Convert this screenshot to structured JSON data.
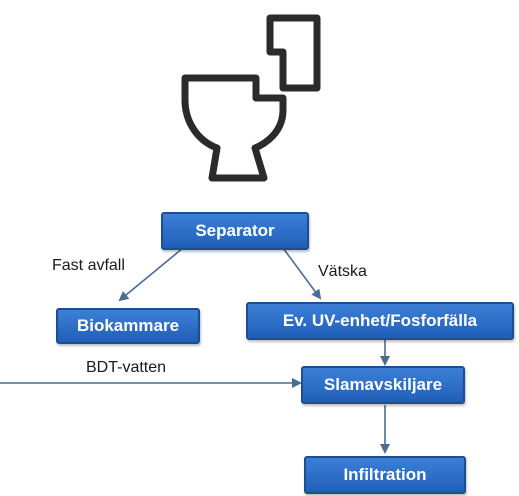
{
  "icon": "toilet-icon",
  "colors": {
    "box_fill": "#2a6ec7",
    "box_border": "#1c4f8f",
    "arrow": "#4a6c96"
  },
  "nodes": {
    "separator": "Separator",
    "biokammare": "Biokammare",
    "uv_enhet": "Ev. UV-enhet/Fosforfälla",
    "slamavskiljare": "Slamavskiljare",
    "infiltration": "Infiltration"
  },
  "edge_labels": {
    "fast_avfall": "Fast avfall",
    "vatska": "Vätska",
    "bdt_vatten": "BDT-vatten"
  }
}
